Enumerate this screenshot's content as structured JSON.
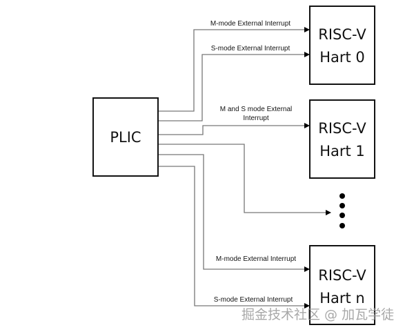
{
  "plic": {
    "label": "PLIC"
  },
  "harts": [
    {
      "line1": "RISC-V",
      "line2": "Hart 0"
    },
    {
      "line1": "RISC-V",
      "line2": "Hart 1"
    },
    {
      "line1": "RISC-V",
      "line2": "Hart n"
    }
  ],
  "signals": {
    "hart0_m": "M-mode External Interrupt",
    "hart0_s": "S-mode External Interrupt",
    "hart1_ms_1": "M and S mode External",
    "hart1_ms_2": "Interrupt",
    "hartn_m": "M-mode External Interrupt",
    "hartn_s": "S-mode External Interrupt"
  },
  "watermark": "掘金技术社区 @ 加瓦学徒"
}
